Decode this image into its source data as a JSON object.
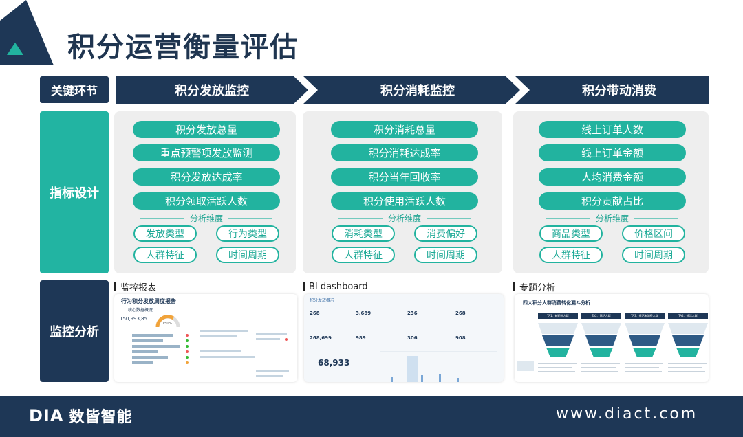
{
  "title": "积分运营衡量评估",
  "header": {
    "row_label": "关键环节",
    "stages": [
      "积分发放监控",
      "积分消耗监控",
      "积分带动消费"
    ]
  },
  "rows": {
    "metrics_label": "指标设计",
    "monitor_label": "监控分析"
  },
  "columns": [
    {
      "metrics": [
        "积分发放总量",
        "重点预警项发放监测",
        "积分发放达成率",
        "积分领取活跃人数"
      ],
      "dim_title": "分析维度",
      "dims": [
        "发放类型",
        "行为类型",
        "人群特征",
        "时间周期"
      ],
      "section": "监控报表"
    },
    {
      "metrics": [
        "积分消耗总量",
        "积分消耗达成率",
        "积分当年回收率",
        "积分使用活跃人数"
      ],
      "dim_title": "分析维度",
      "dims": [
        "消耗类型",
        "消费偏好",
        "人群特征",
        "时间周期"
      ],
      "section": "BI dashboard"
    },
    {
      "metrics": [
        "线上订单人数",
        "线上订单金额",
        "人均消费金额",
        "积分贡献占比"
      ],
      "dim_title": "分析维度",
      "dims": [
        "商品类型",
        "价格区间",
        "人群特征",
        "时间周期"
      ],
      "section": "专题分析"
    }
  ],
  "thumbs": {
    "report": {
      "title": "行为积分发放周度报告",
      "subtitle": "核心数据概况",
      "big_number": "150,993,851",
      "gauge_value": "150%"
    },
    "dashboard": {
      "header": "积分发放概况",
      "kpis": [
        "268",
        "3,689",
        "236",
        "268",
        "268,699",
        "989",
        "306",
        "908"
      ],
      "big_number": "68,933"
    },
    "topic": {
      "title": "四大积分人群消费转化漏斗分析",
      "tabs": [
        "TA1：新积分人群",
        "TA2：高活人群",
        "TA3：低活未消费人群",
        "TA4：低活人群"
      ]
    }
  },
  "footer": {
    "brand_mark": "DIA",
    "brand_name": "数皆智能",
    "website": "www.diact.com"
  },
  "colors": {
    "navy": "#1e3756",
    "teal": "#22b39f",
    "panel": "#eeeeee"
  }
}
